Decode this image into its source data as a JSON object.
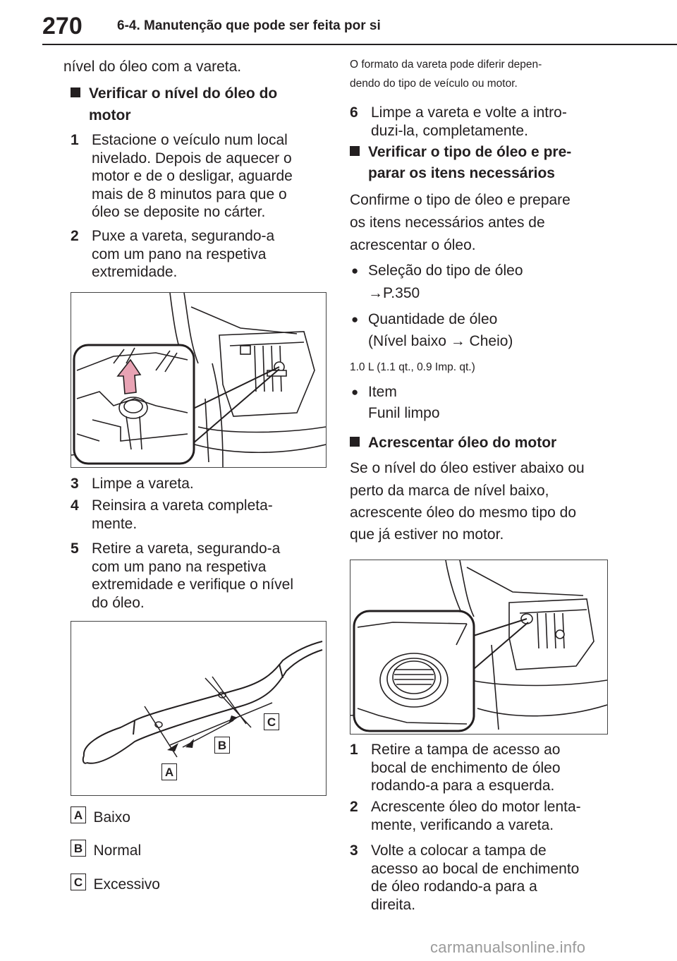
{
  "header": {
    "page_number": "270",
    "section": "6-4. Manutenção que pode ser feita por si"
  },
  "left": {
    "intro": "nível do óleo com a vareta.",
    "heading_line1": "Verificar o nível do óleo do",
    "heading_line2": "motor",
    "steps_a": [
      {
        "num": "1",
        "lines": [
          "Estacione o veículo num local",
          "nivelado. Depois de aquecer o",
          "motor e de o desligar, aguarde",
          "mais de 8 minutos para que o",
          "óleo se deposite no cárter."
        ]
      },
      {
        "num": "2",
        "lines": [
          "Puxe a vareta, segurando-a",
          "com um pano na respetiva",
          "extremidade."
        ]
      }
    ],
    "steps_b": [
      {
        "num": "3",
        "lines": [
          "Limpe a vareta."
        ]
      },
      {
        "num": "4",
        "lines": [
          "Reinsira a vareta completa-",
          "mente."
        ]
      },
      {
        "num": "5",
        "lines": [
          "Retire a vareta, segurando-a",
          "com um pano na respetiva",
          "extremidade e verifique o nível",
          "do óleo."
        ]
      }
    ],
    "dipstick_labels": [
      "A",
      "B",
      "C"
    ],
    "legend": [
      {
        "key": "A",
        "text": "Baixo"
      },
      {
        "key": "B",
        "text": "Normal"
      },
      {
        "key": "C",
        "text": "Excessivo"
      }
    ]
  },
  "right": {
    "note_line1": "O formato da vareta pode diferir depen-",
    "note_line2": "dendo do tipo de veículo ou motor.",
    "step6": {
      "num": "6",
      "lines": [
        "Limpe a vareta e volte a intro-",
        "duzi-la, completamente."
      ]
    },
    "heading2_line1": "Verificar o tipo de óleo e pre-",
    "heading2_line2": "parar os itens necessários",
    "para1": [
      "Confirme o tipo de óleo e prepare",
      "os itens necessários antes de",
      "acrescentar o óleo."
    ],
    "bullet1": {
      "line1": "Seleção do tipo de óleo",
      "line2": "→P.350"
    },
    "bullet2": {
      "line1": "Quantidade de óleo",
      "line2": "(Nível baixo → Cheio)"
    },
    "quantity": "1.0 L (1.1 qt., 0.9 Imp. qt.)",
    "bullet3": {
      "line1": "Item",
      "line2": "Funil limpo"
    },
    "heading3": "Acrescentar óleo do motor",
    "para2": [
      "Se o nível do óleo estiver abaixo ou",
      "perto da marca de nível baixo,",
      "acrescente óleo do mesmo tipo do",
      "que já estiver no motor."
    ],
    "steps": [
      {
        "num": "1",
        "lines": [
          "Retire a tampa de acesso ao",
          "bocal de enchimento de óleo",
          "rodando-a para a esquerda."
        ]
      },
      {
        "num": "2",
        "lines": [
          "Acrescente óleo do motor lenta-",
          "mente, verificando a vareta."
        ]
      },
      {
        "num": "3",
        "lines": [
          "Volte a colocar a tampa de",
          "acesso ao bocal de enchimento",
          "de óleo rodando-a para a",
          "direita."
        ]
      }
    ]
  },
  "watermark": "carmanualsonline.info",
  "colors": {
    "text": "#231f20",
    "arrow": "#e8a3b4",
    "watermark": "#9a9a9a"
  }
}
